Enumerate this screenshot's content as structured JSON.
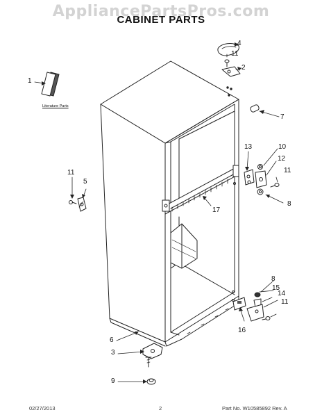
{
  "watermark": "AppliancePartsPros.com",
  "title": "CABINET PARTS",
  "literature_label": "Literature Parts",
  "callouts": {
    "c1": "1",
    "c2": "2",
    "c3": "3",
    "c4": "4",
    "c5": "5",
    "c6": "6",
    "c7": "7",
    "c8a": "8",
    "c8b": "8",
    "c9": "9",
    "c10": "10",
    "c11a": "11",
    "c11b": "11",
    "c11c": "11",
    "c11d": "11",
    "c12": "12",
    "c13": "13",
    "c14": "14",
    "c15": "15",
    "c16": "16",
    "c17": "17"
  },
  "footer": {
    "date": "02/27/2013",
    "page_number": "2",
    "part_no": "Part No.  W10585892  Rev. A"
  }
}
